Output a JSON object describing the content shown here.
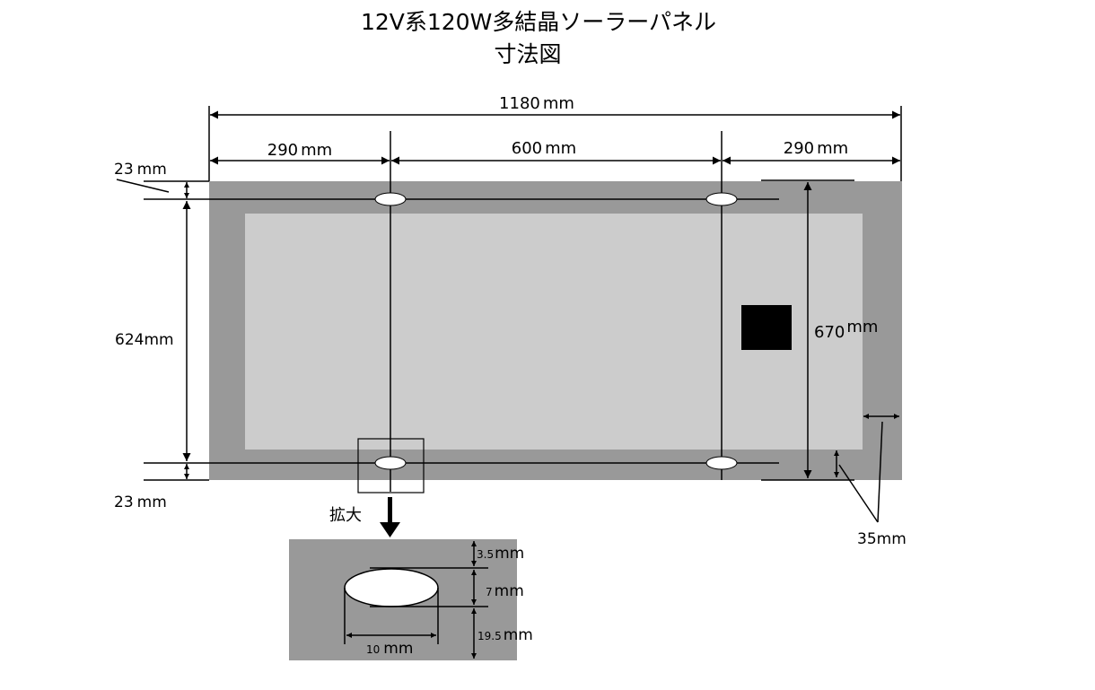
{
  "title": {
    "line1": "12V系120W多結晶ソーラーパネル",
    "line2": "寸法図"
  },
  "dimensions": {
    "total_width": "1180",
    "left_segment": "290",
    "middle_segment": "600",
    "right_segment": "290",
    "top_margin": "23",
    "bottom_margin": "23",
    "hole_spacing": "624mm",
    "total_height": "670",
    "frame_width": "35mm",
    "unit": "mm"
  },
  "zoom": {
    "label": "拡大",
    "top_offset": "3.5",
    "hole_height": "7",
    "bottom_offset": "19.5",
    "hole_width": "10",
    "unit": "mm"
  },
  "colors": {
    "frame": "#999999",
    "cells": "#cccccc",
    "junction_box": "#000000",
    "hole": "#ffffff"
  }
}
